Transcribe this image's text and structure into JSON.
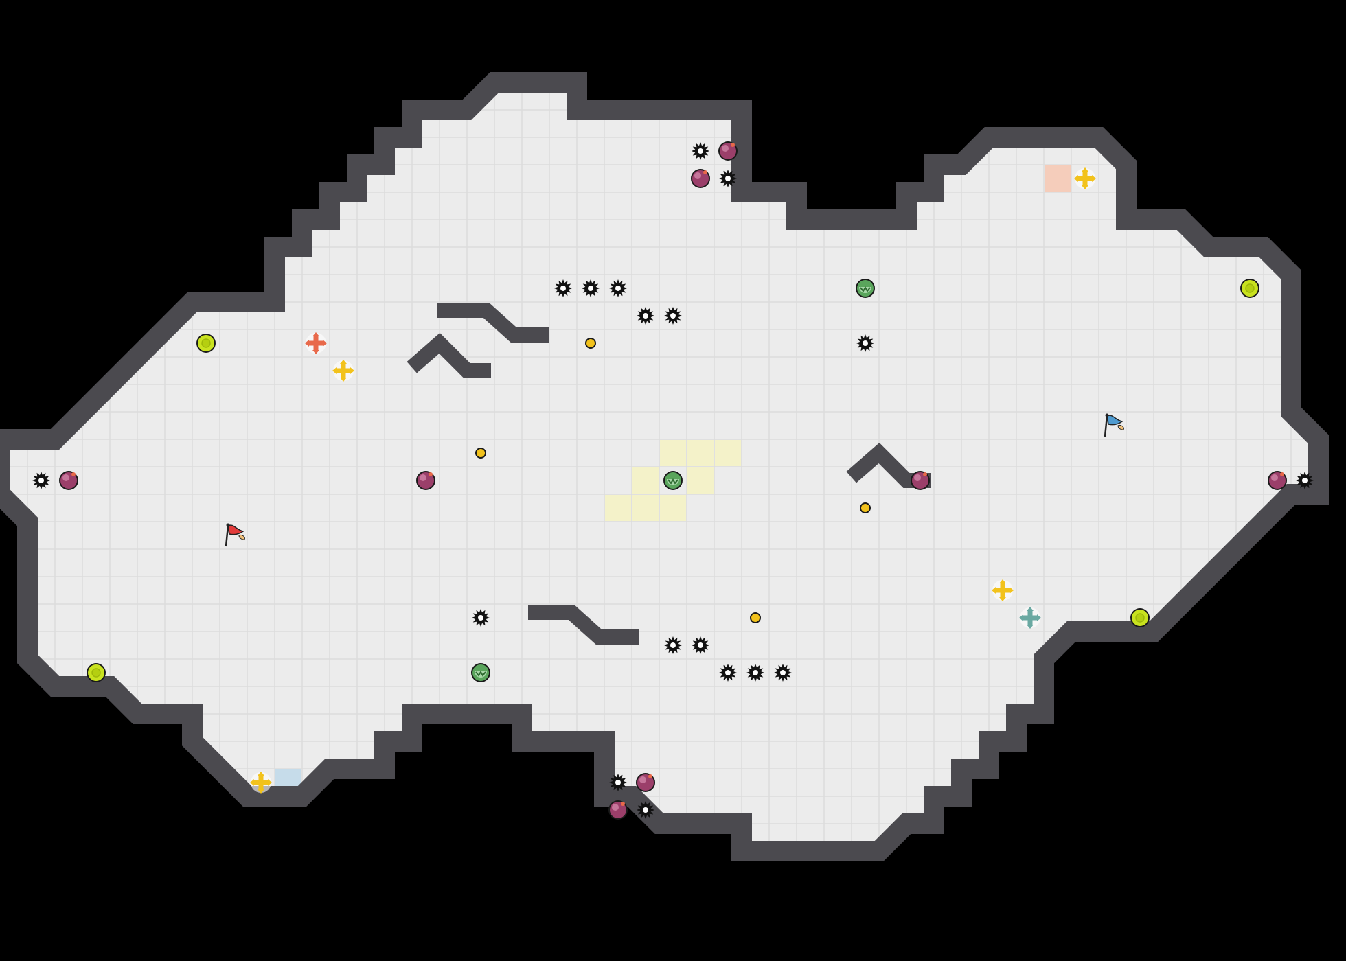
{
  "level": {
    "name": "",
    "grid": {
      "cols": 49,
      "rows": 35
    },
    "colors": {
      "background": "#000000",
      "floor": "#ececec",
      "grid_line": "#dcdcdc",
      "wall": "#4b4a4f",
      "wall_edge": "#333238",
      "yellow_zone": "#f4f2c9",
      "peach_zone": "#f5cdbb",
      "blue_zone": "#c6dcea",
      "team_red": "#e23b3b",
      "team_blue": "#4f9bd0",
      "bomb": "#9b3f6a",
      "boost": "#c9e21f",
      "gate_green": "#5aa55c",
      "token": "#f2c21c",
      "spawn_yellow": "#f2c21c",
      "spawn_orange": "#e8694a",
      "spawn_teal": "#6aa9a2",
      "spike": "#111111"
    },
    "zones": {
      "yellow": [
        [
          24,
          16
        ],
        [
          25,
          16
        ],
        [
          26,
          16
        ],
        [
          23,
          17
        ],
        [
          25,
          17
        ],
        [
          22,
          18
        ],
        [
          23,
          18
        ],
        [
          24,
          18
        ]
      ],
      "peach": [
        [
          38,
          6
        ]
      ],
      "blue": [
        [
          10,
          28
        ]
      ]
    },
    "objects": {
      "flags": [
        {
          "team": "red",
          "icon": "red-flag-icon",
          "cell": [
            8,
            19
          ]
        },
        {
          "team": "blue",
          "icon": "blue-flag-icon",
          "cell": [
            40,
            15
          ]
        }
      ],
      "spikes": [
        [
          25,
          5
        ],
        [
          26,
          6
        ],
        [
          20,
          10
        ],
        [
          21,
          10
        ],
        [
          22,
          10
        ],
        [
          23,
          11
        ],
        [
          24,
          11
        ],
        [
          31,
          12
        ],
        [
          1,
          17
        ],
        [
          47,
          17
        ],
        [
          17,
          22
        ],
        [
          24,
          23
        ],
        [
          25,
          23
        ],
        [
          26,
          24
        ],
        [
          27,
          24
        ],
        [
          28,
          24
        ],
        [
          22,
          28
        ],
        [
          23,
          29
        ]
      ],
      "bombs": [
        [
          26,
          5
        ],
        [
          25,
          6
        ],
        [
          2,
          17
        ],
        [
          15,
          17
        ],
        [
          33,
          17
        ],
        [
          46,
          17
        ],
        [
          23,
          28
        ],
        [
          22,
          29
        ]
      ],
      "boosts": [
        [
          45,
          10
        ],
        [
          7,
          12
        ],
        [
          41,
          22
        ],
        [
          3,
          24
        ]
      ],
      "gates": [
        [
          31,
          10
        ],
        [
          24,
          17
        ],
        [
          17,
          24
        ]
      ],
      "tokens": [
        [
          21,
          12
        ],
        [
          17,
          16
        ],
        [
          31,
          18
        ],
        [
          27,
          22
        ]
      ],
      "spawns": [
        {
          "color": "yellow",
          "cell": [
            39,
            6
          ]
        },
        {
          "color": "orange",
          "cell": [
            11,
            12
          ]
        },
        {
          "color": "yellow",
          "cell": [
            12,
            13
          ]
        },
        {
          "color": "yellow",
          "cell": [
            36,
            21
          ]
        },
        {
          "color": "teal",
          "cell": [
            37,
            22
          ]
        },
        {
          "color": "yellow",
          "cell": [
            9,
            28
          ]
        }
      ]
    }
  }
}
